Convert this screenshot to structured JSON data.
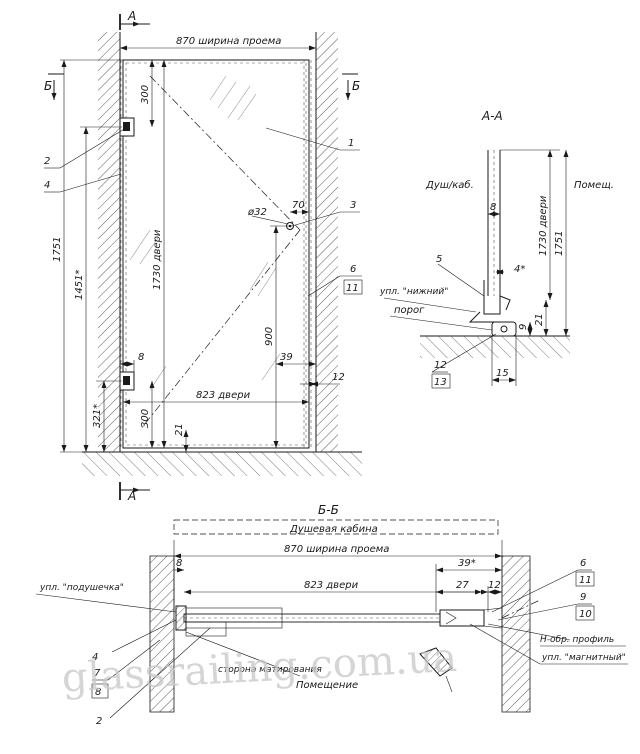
{
  "front_view": {
    "opening_width": "870 ширина проема",
    "door_height": "1730 двери",
    "total_height": "1751",
    "hinge_span": "1451*",
    "lower_hinge": "321*",
    "top_offset": "300",
    "bottom_offset": "300",
    "door_width": "823 двери",
    "hole": "ø32",
    "handle_offset": "70",
    "handle_height": "900",
    "dim_8": "8",
    "dim_39": "39",
    "dim_12": "12",
    "dim_21": "21",
    "callouts": [
      "1",
      "2",
      "3",
      "4",
      "6",
      "11"
    ],
    "section_a": "А",
    "section_b": "Б"
  },
  "section_aa": {
    "title": "А-А",
    "left_label": "Душ/каб.",
    "right_label": "Помещ.",
    "dim_8": "8",
    "dim_1730": "1730 двери",
    "dim_1751": "1751",
    "dim_4": "4*",
    "dim_9": "9",
    "dim_21": "21",
    "dim_15": "15",
    "seal_label": "упл. \"нижний\"",
    "threshold_label": "порог",
    "callouts": [
      "5",
      "12",
      "13"
    ]
  },
  "section_bb": {
    "title": "Б-Б",
    "cabin_label": "Душевая кабина",
    "opening_width": "870 ширина проема",
    "door_width": "823 двери",
    "dim_8": "8",
    "dim_39": "39*",
    "dim_27": "27",
    "dim_12": "12",
    "pad_seal": "упл. \"подушечка\"",
    "matte_side": "сторона матирования",
    "room_label": "Помещение",
    "h_profile": "Н-обр. профиль",
    "magnet_seal": "упл. \"магнитный\"",
    "callouts": [
      "4",
      "7",
      "8",
      "2",
      "6",
      "11",
      "9",
      "10"
    ]
  },
  "watermark": "glassrailing.com.ua"
}
